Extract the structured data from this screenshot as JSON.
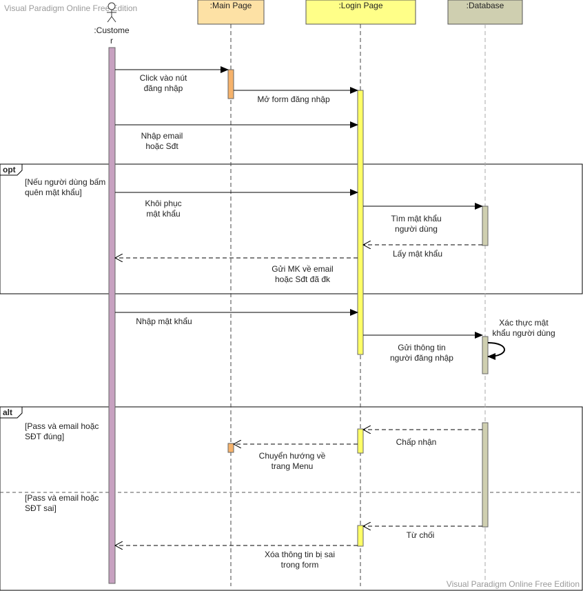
{
  "watermark": "Visual Paradigm Online Free Edition",
  "lifelines": [
    {
      "id": "customer",
      "label": ":Custome\nr",
      "kind": "actor",
      "fill": "#c7a1c0"
    },
    {
      "id": "main",
      "label": ":Main Page",
      "kind": "box",
      "fill": "#fde1a5",
      "bar": "#f6b26b"
    },
    {
      "id": "login",
      "label": ":Login Page",
      "kind": "box",
      "fill": "#ffff88",
      "bar": "#ffff66"
    },
    {
      "id": "db",
      "label": ":Database",
      "kind": "box",
      "fill": "#cfcfb0",
      "bar": "#cfcfb0"
    }
  ],
  "messages": [
    {
      "from": "customer",
      "to": "main",
      "label": "Click vào nút\nđăng nhập",
      "kind": "sync"
    },
    {
      "from": "main",
      "to": "login",
      "label": "Mở form đăng nhập",
      "kind": "sync"
    },
    {
      "from": "customer",
      "to": "login",
      "label": "Nhập email\nhoặc Sđt",
      "kind": "sync"
    },
    {
      "from": "customer",
      "to": "login",
      "label": "Khôi phục\nmật khẩu",
      "kind": "sync"
    },
    {
      "from": "login",
      "to": "db",
      "label": "Tìm mật khẩu\nngười dùng",
      "kind": "sync"
    },
    {
      "from": "db",
      "to": "login",
      "label": "Lấy mật khẩu",
      "kind": "return"
    },
    {
      "from": "login",
      "to": "customer",
      "label": "Gửi MK về email\nhoặc Sđt đã đk",
      "kind": "return"
    },
    {
      "from": "customer",
      "to": "login",
      "label": "Nhập mật khẩu",
      "kind": "sync"
    },
    {
      "from": "login",
      "to": "db",
      "label": "Gửi thông tin\nngười đăng nhập",
      "kind": "sync"
    },
    {
      "from": "db",
      "to": "db",
      "label": "Xác thực mật\nkhẩu người dùng",
      "kind": "self"
    },
    {
      "from": "db",
      "to": "login",
      "label": "Chấp nhận",
      "kind": "return"
    },
    {
      "from": "login",
      "to": "main",
      "label": "Chuyển hướng về\ntrang Menu",
      "kind": "return"
    },
    {
      "from": "db",
      "to": "login",
      "label": "Từ chối",
      "kind": "return"
    },
    {
      "from": "login",
      "to": "customer",
      "label": "Xóa thông tin bị sai\ntrong form",
      "kind": "return"
    }
  ],
  "fragments": [
    {
      "operator": "opt",
      "guards": [
        "[Nếu người dùng bấm\nquên mật khẩu]"
      ]
    },
    {
      "operator": "alt",
      "guards": [
        "[Pass và email hoặc\nSĐT đúng]",
        "[Pass và email hoặc\nSĐT sai]"
      ]
    }
  ]
}
